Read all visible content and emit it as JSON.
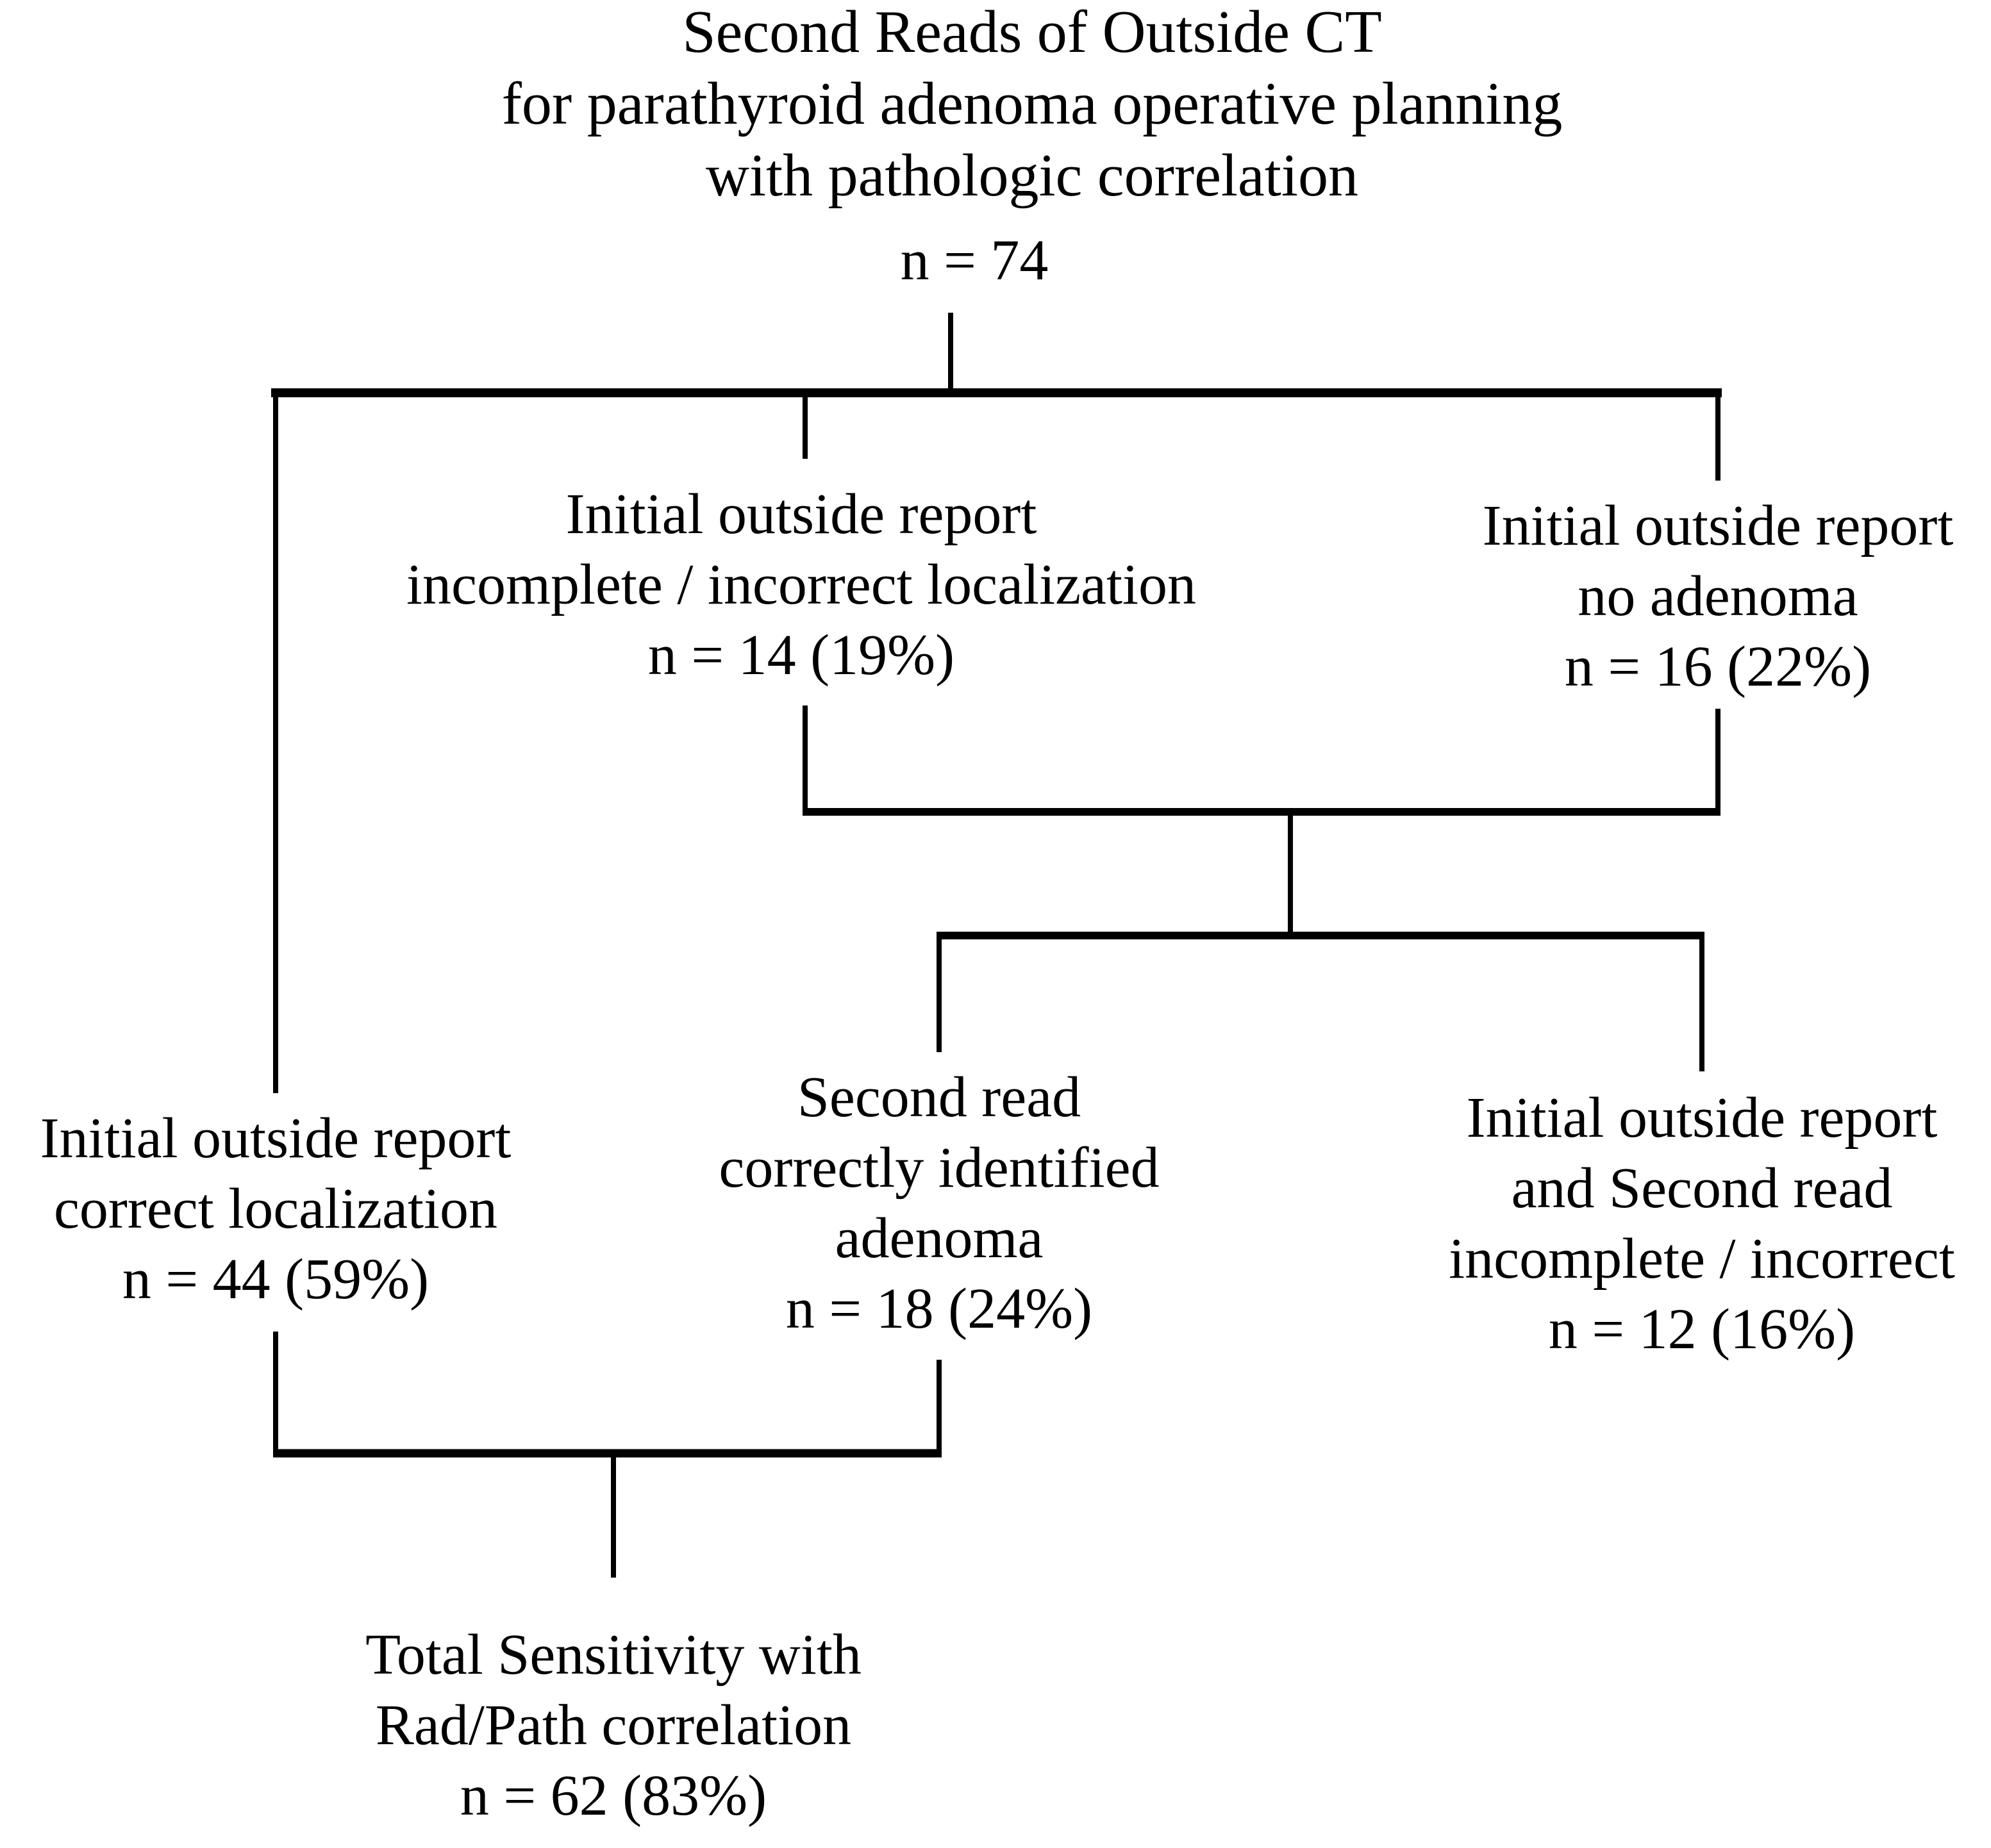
{
  "diagram": {
    "title": {
      "lines": [
        "Second Reads of Outside CT",
        "for parathyroid adenoma operative planning",
        "with pathologic correlation"
      ]
    },
    "root": {
      "count_label": "n = 74"
    },
    "nodes": {
      "incomplete_incorrect_localization": {
        "lines": [
          "Initial outside report",
          "incomplete / incorrect localization",
          "n = 14 (19%)"
        ]
      },
      "no_adenoma": {
        "lines": [
          "Initial outside report",
          "no adenoma",
          "n = 16 (22%)"
        ]
      },
      "correct_localization": {
        "lines": [
          "Initial outside report",
          "correct localization",
          "n = 44 (59%)"
        ]
      },
      "second_read_identified": {
        "lines": [
          "Second read",
          "correctly identified",
          "adenoma",
          "n = 18 (24%)"
        ]
      },
      "both_reads_incomplete_incorrect": {
        "lines": [
          "Initial outside report",
          "and Second read",
          "incomplete / incorrect",
          "n = 12 (16%)"
        ]
      },
      "total_sensitivity": {
        "lines": [
          "Total Sensitivity with",
          "Rad/Path correlation",
          "n = 62 (83%)"
        ]
      }
    },
    "colors": {
      "line": "#000000",
      "text": "#000000",
      "background": "#ffffff"
    }
  }
}
